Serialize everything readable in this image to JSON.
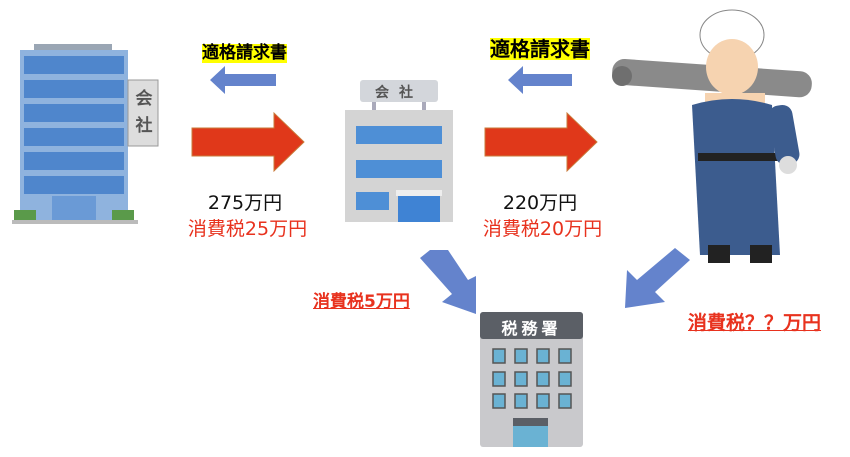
{
  "left_company": {
    "sign": "会社"
  },
  "middle_company": {
    "sign": "会社"
  },
  "tax_office": {
    "sign": "税務署"
  },
  "invoice_label_1": "適格請求書",
  "invoice_label_2": "適格請求書",
  "transaction_1": {
    "amount": "275万円",
    "tax": "消費税25万円"
  },
  "transaction_2": {
    "amount": "220万円",
    "tax": "消費税20万円"
  },
  "payment_middle": "消費税5万円",
  "payment_worker": "消費税？？万円",
  "colors": {
    "red_arrow": "#e0381a",
    "blue_arrow": "#6483cc",
    "highlight": "#ffff00",
    "tax_text": "#e8321e"
  }
}
